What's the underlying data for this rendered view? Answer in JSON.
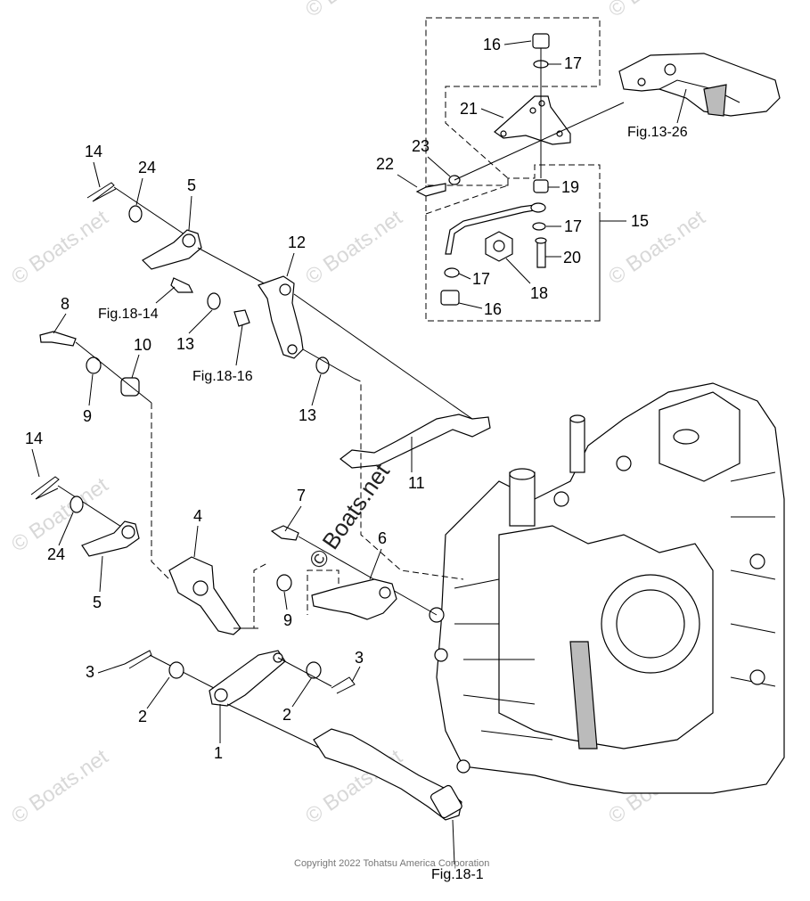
{
  "callouts": [
    "1",
    "2",
    "2",
    "3",
    "3",
    "4",
    "5",
    "5",
    "6",
    "7",
    "8",
    "9",
    "9",
    "10",
    "11",
    "12",
    "13",
    "13",
    "14",
    "14",
    "15",
    "16",
    "16",
    "17",
    "17",
    "17",
    "18",
    "19",
    "20",
    "21",
    "22",
    "23",
    "24",
    "24"
  ],
  "figure_refs": {
    "fig_13_26": "Fig.13-26",
    "fig_18_14": "Fig.18-14",
    "fig_18_16": "Fig.18-16",
    "fig_18_1": "Fig.18-1"
  },
  "watermark": {
    "text": "© Boats.net",
    "center_text": "© Boats.net"
  },
  "copyright": "Copyright 2022 Tohatsu America Corporation"
}
